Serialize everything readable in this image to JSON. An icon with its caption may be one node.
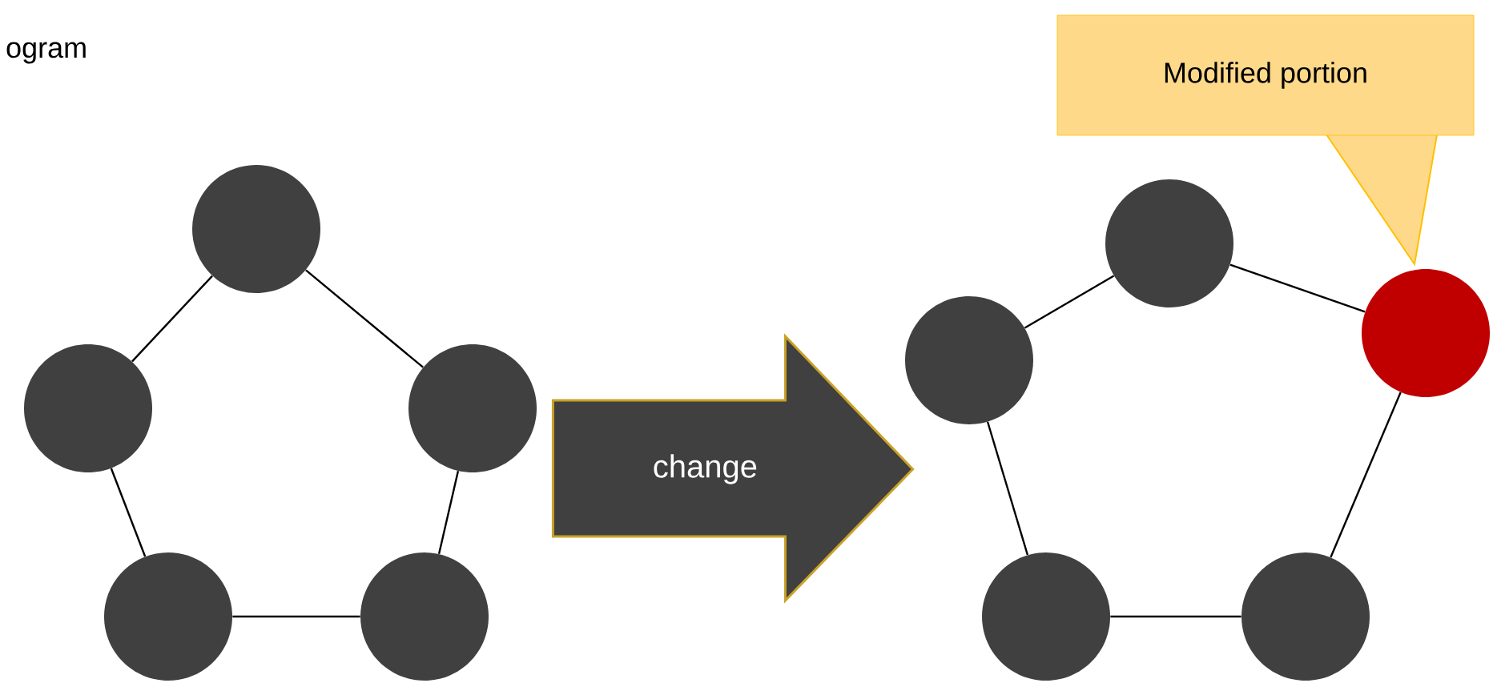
{
  "diagram": {
    "nodes": [
      {
        "text": [],
        "shape": "circle"
      },
      {
        "text": [],
        "shape": "circle"
      },
      {
        "text": [],
        "shape": "circle"
      },
      {
        "text": [],
        "shape": "circle"
      },
      {
        "text": [],
        "shape": "circle"
      },
      {
        "text": [
          "Modified portion"
        ]
      },
      {
        "text": [],
        "shape": "circle"
      },
      {
        "text": [],
        "shape": "circle"
      },
      {
        "text": [],
        "shape": "circle"
      },
      {
        "text": [],
        "shape": "circle"
      },
      {
        "text": [],
        "shape": "circle"
      }
    ],
    "edges": [
      {
        "from": 0,
        "to": 1,
        "arrow": "none"
      },
      {
        "from": 0,
        "to": 2,
        "arrow": "none"
      },
      {
        "from": 1,
        "to": 3,
        "arrow": "none"
      },
      {
        "from": 2,
        "to": 4,
        "arrow": "none"
      },
      {
        "from": 3,
        "to": 4,
        "arrow": "none"
      },
      {
        "from": 2,
        "to": 7,
        "arrow": "to",
        "label": "change",
        "style": "thick"
      },
      {
        "from": 6,
        "to": 7,
        "arrow": "none"
      },
      {
        "from": 6,
        "to": 8,
        "arrow": "none"
      },
      {
        "from": 7,
        "to": 9,
        "arrow": "none"
      },
      {
        "from": 8,
        "to": 10,
        "arrow": "none"
      },
      {
        "from": 9,
        "to": 10,
        "arrow": "none"
      }
    ],
    "labels": [
      "ogram"
    ]
  }
}
